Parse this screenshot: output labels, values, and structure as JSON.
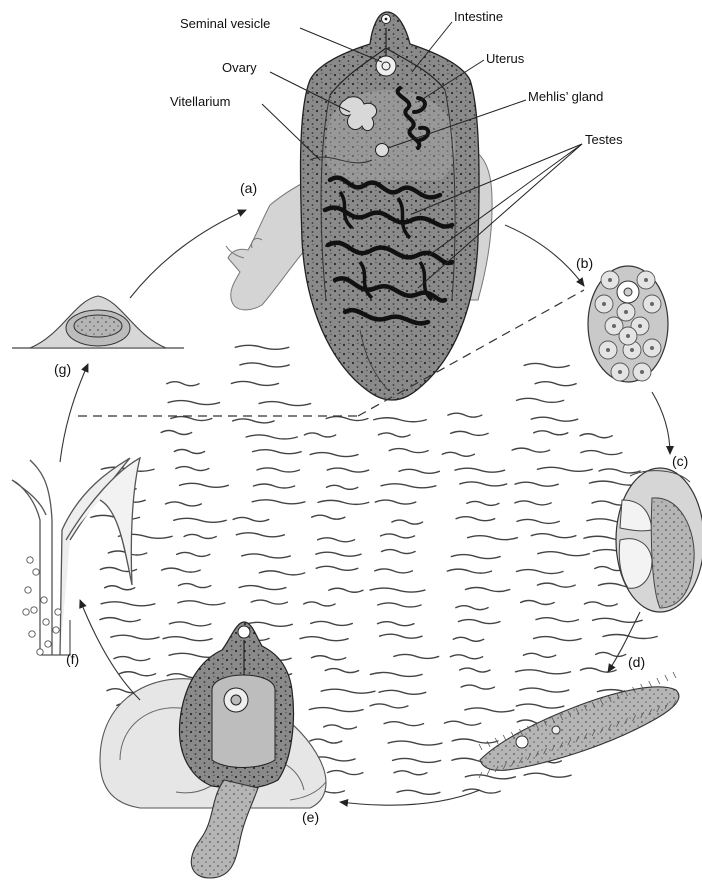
{
  "labels": {
    "seminal_vesicle": "Seminal vesicle",
    "intestine": "Intestine",
    "uterus": "Uterus",
    "ovary": "Ovary",
    "mehlis_gland": "Mehlis’ gland",
    "vitellarium": "Vitellarium",
    "testes": "Testes"
  },
  "stages": {
    "a": "(a)",
    "b": "(b)",
    "c": "(c)",
    "d": "(d)",
    "e": "(e)",
    "f": "(f)",
    "g": "(g)"
  }
}
